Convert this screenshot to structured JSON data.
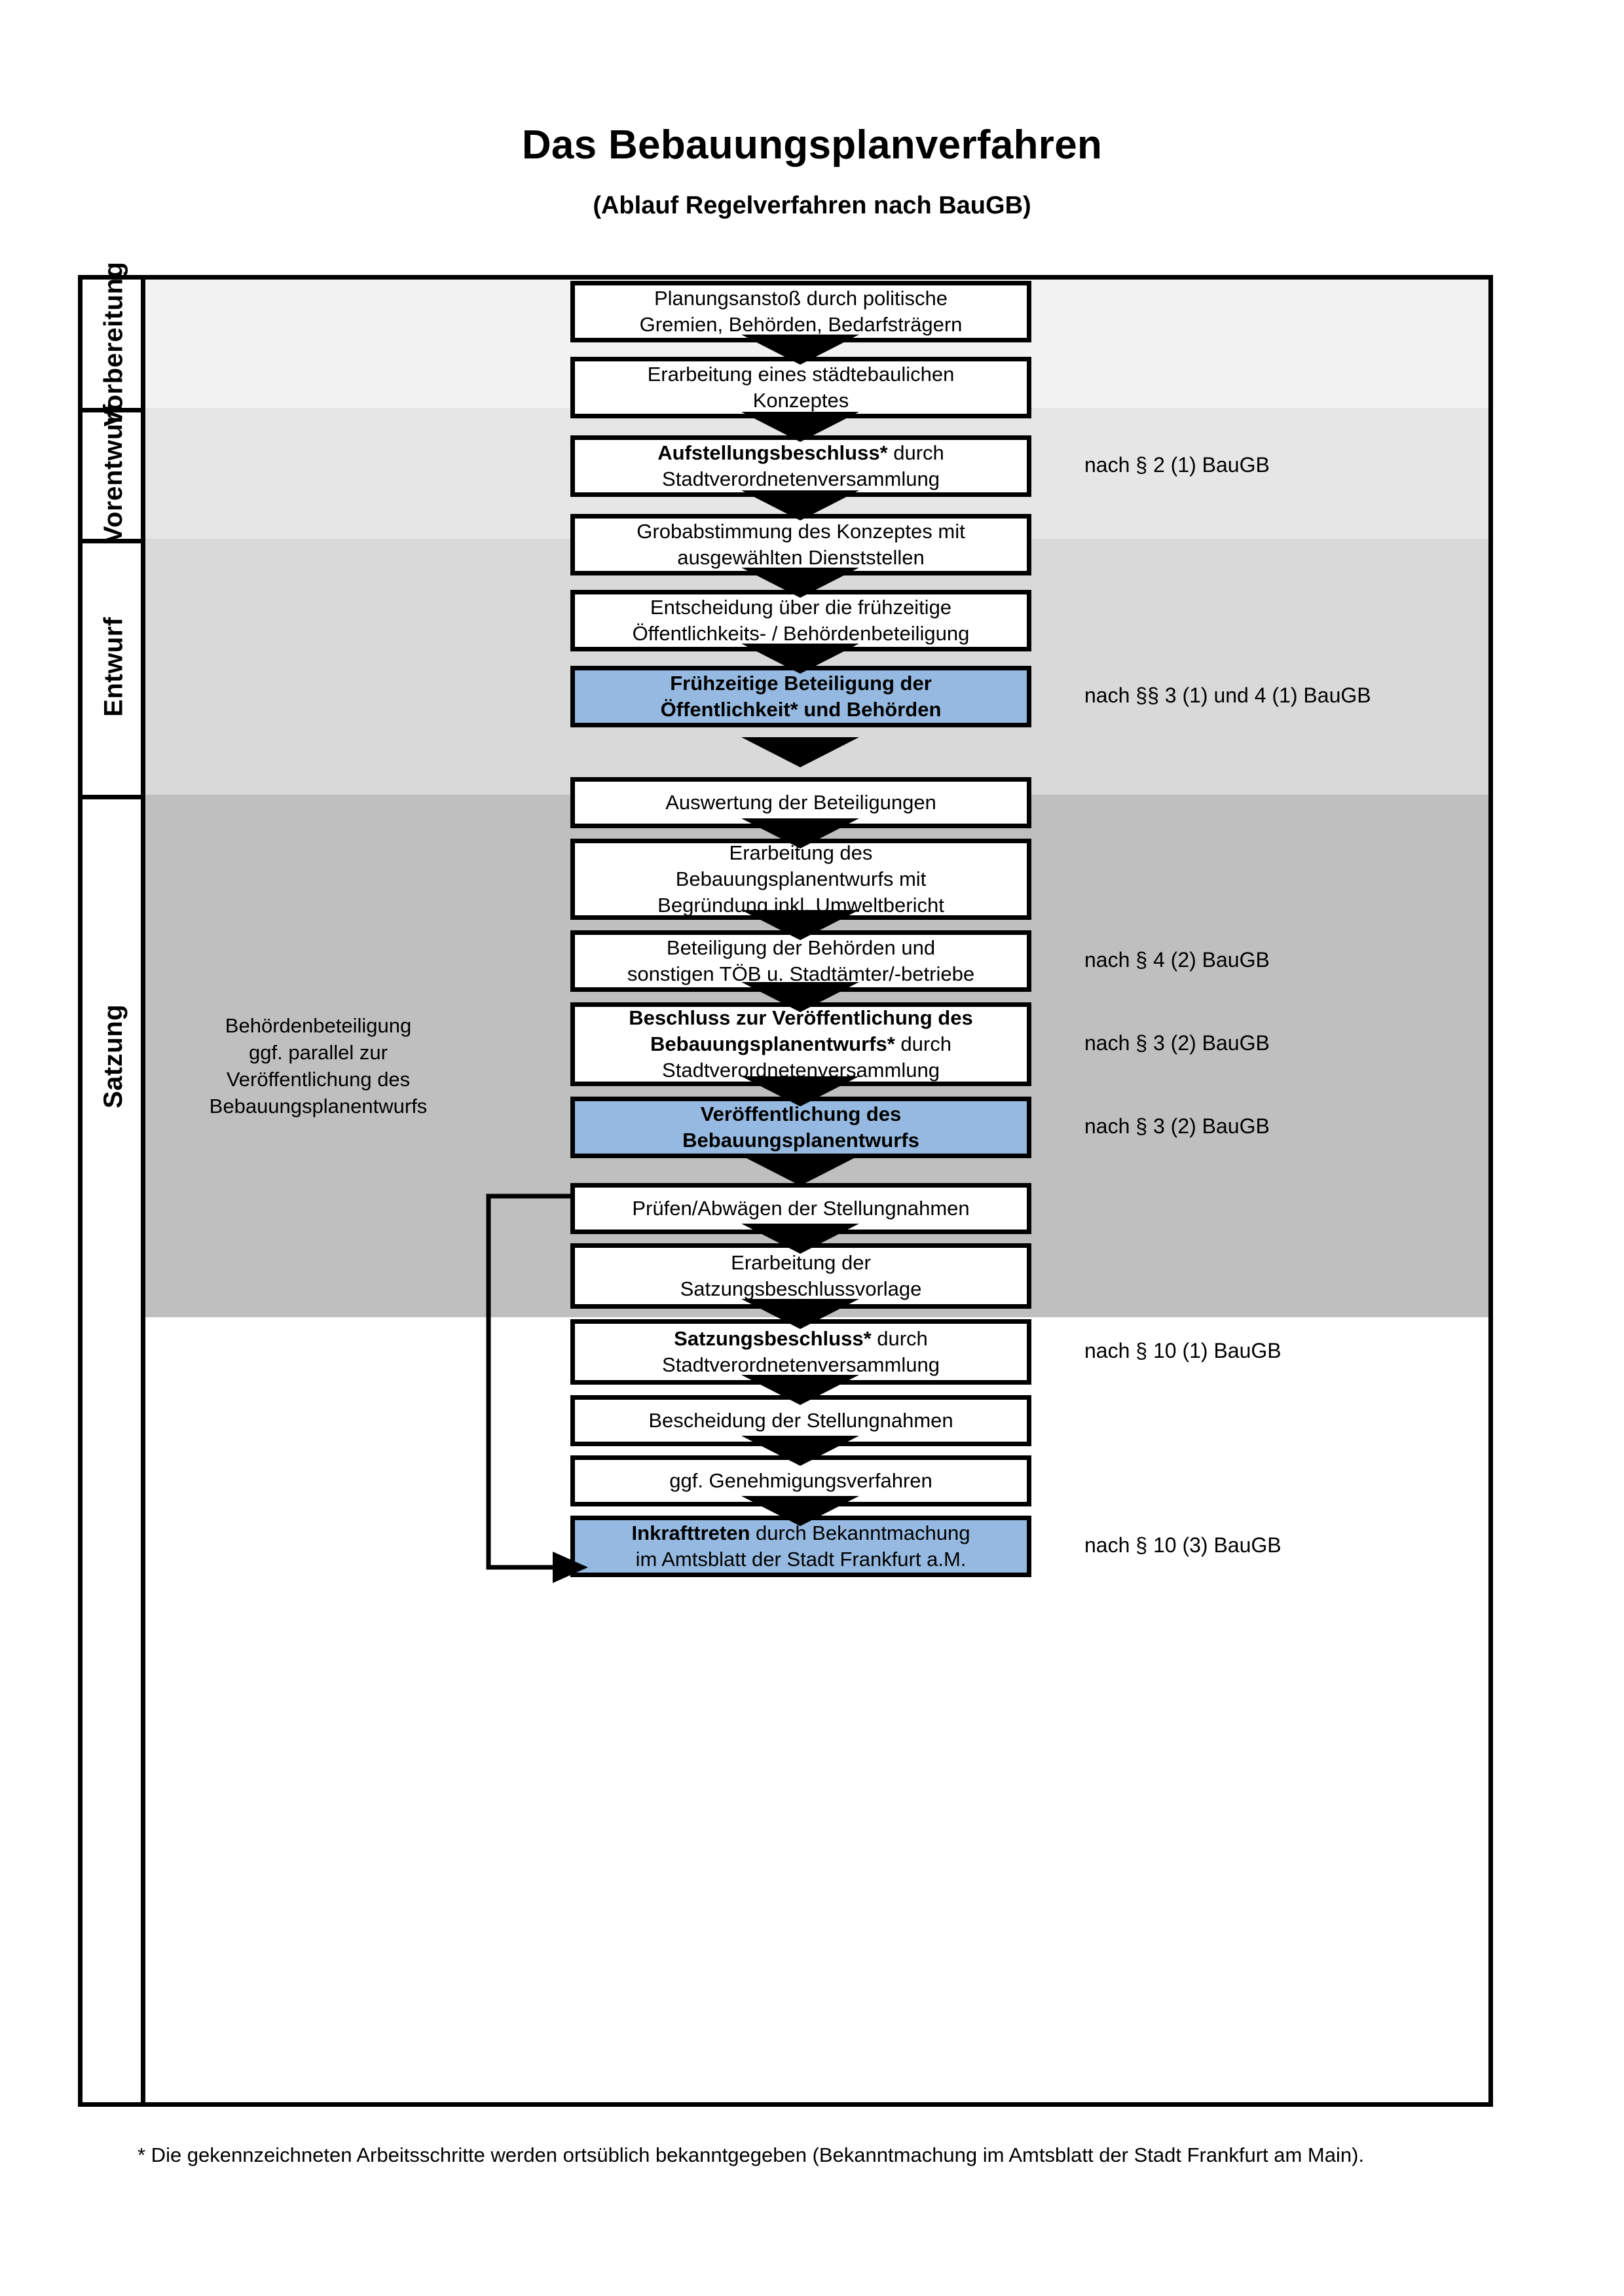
{
  "header": {
    "title": "Das Bebauungsplanverfahren",
    "subtitle": "(Ablauf Regelverfahren nach BauGB)"
  },
  "colors": {
    "highlight_box": "#95b9e0",
    "band_vorbereitung": "#f2f2f2",
    "band_vorentwurf": "#e6e6e6",
    "band_entwurf": "#d9d9d9",
    "band_satzung": "#bfbfbf",
    "box_border": "#000000",
    "box_fill": "#ffffff"
  },
  "phases": [
    {
      "id": "vorbereitung",
      "label": "Vorbereitung",
      "band_color": "#f2f2f2"
    },
    {
      "id": "vorentwurf",
      "label": "Vorentwurf",
      "band_color": "#e6e6e6"
    },
    {
      "id": "entwurf",
      "label": "Entwurf",
      "band_color": "#d9d9d9"
    },
    {
      "id": "satzung",
      "label": "Satzung",
      "band_color": "#bfbfbf"
    }
  ],
  "steps": [
    {
      "id": "s1",
      "phase": "vorbereitung",
      "highlight": false,
      "lines": [
        {
          "text": "Planungsanstoß durch politische",
          "bold": false
        },
        {
          "text": "Gremien, Behörden, Bedarfsträgern",
          "bold": false
        }
      ]
    },
    {
      "id": "s2",
      "phase": "vorbereitung",
      "highlight": false,
      "lines": [
        {
          "text": "Erarbeitung eines städtebaulichen",
          "bold": false
        },
        {
          "text": "Konzeptes",
          "bold": false
        }
      ]
    },
    {
      "id": "s3",
      "phase": "vorbereitung",
      "highlight": false,
      "lines": [
        {
          "text": "Aufstellungsbeschluss*",
          "bold": true
        },
        {
          "text": " durch",
          "bold": false
        },
        {
          "text": "Stadtverordnetenversammlung",
          "bold": false,
          "newline": true
        }
      ]
    },
    {
      "id": "s4",
      "phase": "vorentwurf",
      "highlight": false,
      "lines": [
        {
          "text": "Grobabstimmung des Konzeptes mit",
          "bold": false
        },
        {
          "text": "ausgewählten Dienststellen",
          "bold": false
        }
      ]
    },
    {
      "id": "s5",
      "phase": "vorentwurf",
      "highlight": false,
      "lines": [
        {
          "text": "Entscheidung über die frühzeitige",
          "bold": false
        },
        {
          "text": "Öffentlichkeits- / Behördenbeteiligung",
          "bold": false
        }
      ]
    },
    {
      "id": "s6",
      "phase": "vorentwurf",
      "highlight": true,
      "lines": [
        {
          "text": "Frühzeitige Beteiligung der",
          "bold": true
        },
        {
          "text": "Öffentlichkeit* und Behörden",
          "bold": true
        }
      ]
    },
    {
      "id": "s7",
      "phase": "entwurf",
      "highlight": false,
      "lines": [
        {
          "text": "Auswertung der Beteiligungen",
          "bold": false
        }
      ]
    },
    {
      "id": "s8",
      "phase": "entwurf",
      "highlight": false,
      "lines": [
        {
          "text": "Erarbeitung des",
          "bold": false
        },
        {
          "text": "Bebauungsplanentwurfs mit",
          "bold": false
        },
        {
          "text": "Begründung inkl. Umweltbericht",
          "bold": false
        }
      ]
    },
    {
      "id": "s9",
      "phase": "entwurf",
      "highlight": false,
      "lines": [
        {
          "text": "Beteiligung der Behörden und",
          "bold": false
        },
        {
          "text": "sonstigen TÖB u. Stadtämter/-betriebe",
          "bold": false
        }
      ]
    },
    {
      "id": "s10",
      "phase": "entwurf",
      "highlight": false,
      "lines": [
        {
          "text": "Beschluss zur Veröffentlichung des",
          "bold": true
        },
        {
          "text": "Bebauungsplanentwurfs*",
          "bold": true
        },
        {
          "text": " durch",
          "bold": false
        },
        {
          "text": "Stadtverordnetenversammlung",
          "bold": false,
          "newline": true
        }
      ]
    },
    {
      "id": "s11",
      "phase": "entwurf",
      "highlight": true,
      "lines": [
        {
          "text": "Veröffentlichung des",
          "bold": true
        },
        {
          "text": "Bebauungsplanentwurfs",
          "bold": true
        }
      ]
    },
    {
      "id": "s12",
      "phase": "satzung",
      "highlight": false,
      "lines": [
        {
          "text": "Prüfen/Abwägen der Stellungnahmen",
          "bold": false
        }
      ]
    },
    {
      "id": "s13",
      "phase": "satzung",
      "highlight": false,
      "lines": [
        {
          "text": "Erarbeitung der",
          "bold": false
        },
        {
          "text": "Satzungsbeschlussvorlage",
          "bold": false
        }
      ]
    },
    {
      "id": "s14",
      "phase": "satzung",
      "highlight": false,
      "lines": [
        {
          "text": "Satzungsbeschluss*",
          "bold": true
        },
        {
          "text": " durch",
          "bold": false
        },
        {
          "text": "Stadtverordnetenversammlung",
          "bold": false,
          "newline": true
        }
      ]
    },
    {
      "id": "s15",
      "phase": "satzung",
      "highlight": false,
      "lines": [
        {
          "text": "Bescheidung der Stellungnahmen",
          "bold": false
        }
      ]
    },
    {
      "id": "s16",
      "phase": "satzung",
      "highlight": false,
      "lines": [
        {
          "text": "ggf. Genehmigungsverfahren",
          "bold": false
        }
      ]
    },
    {
      "id": "s17",
      "phase": "satzung",
      "highlight": true,
      "lines": [
        {
          "text": "Inkrafttreten",
          "bold": true
        },
        {
          "text": " durch Bekanntmachung",
          "bold": false
        },
        {
          "text": "im Amtsblatt der Stadt Frankfurt a.M.",
          "bold": false,
          "newline": true
        }
      ]
    }
  ],
  "legal_refs": [
    {
      "id": "l1",
      "text": "nach § 2 (1) BauGB",
      "for_step": "s3"
    },
    {
      "id": "l2",
      "text": "nach §§ 3 (1) und 4 (1) BauGB",
      "for_step": "s6"
    },
    {
      "id": "l3",
      "text": "nach § 4 (2) BauGB",
      "for_step": "s9"
    },
    {
      "id": "l4",
      "text": "nach § 3 (2) BauGB",
      "for_step": "s10"
    },
    {
      "id": "l5",
      "text": "nach § 3 (2) BauGB",
      "for_step": "s11"
    },
    {
      "id": "l6",
      "text": "nach § 10 (1) BauGB",
      "for_step": "s14"
    },
    {
      "id": "l7",
      "text": "nach § 10 (3) BauGB",
      "for_step": "s17"
    }
  ],
  "sidenote": {
    "lines": [
      "Behördenbeteiligung",
      "ggf. parallel zur",
      "Veröffentlichung des",
      "Bebauungsplanentwurfs"
    ]
  },
  "footnote": {
    "text": "* Die gekennzeichneten Arbeitsschritte werden ortsüblich bekanntgegeben (Bekanntmachung im Amtsblatt  der Stadt Frankfurt am Main)."
  }
}
